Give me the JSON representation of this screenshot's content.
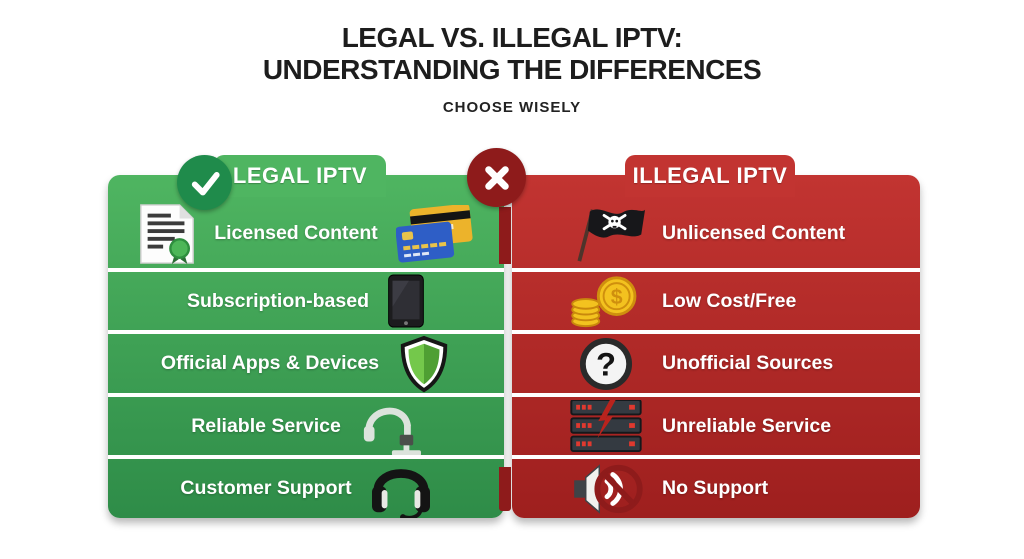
{
  "title": {
    "line1": "LEGAL VS. ILLEGAL IPTV:",
    "line2": "UNDERSTANDING THE DIFFERENCES",
    "subtitle": "CHOOSE WISELY"
  },
  "colors": {
    "legal_panel_top": "#4fb561",
    "legal_panel_bottom": "#2e8c48",
    "legal_badge": "#1f8b4b",
    "illegal_panel_top": "#c23431",
    "illegal_panel_bottom": "#9e1f1e",
    "illegal_badge": "#8e1b1b",
    "divider_bar": "#8e1b1b",
    "row_text": "#ffffff",
    "title_text": "#1d1d1d",
    "background": "#ffffff"
  },
  "legal": {
    "header": {
      "label": "LEGAL IPTV",
      "icon": "check-icon"
    },
    "rows": [
      {
        "label": "Licensed Content",
        "icon_left": "certificate-document-icon",
        "icon_right": "credit-cards-icon"
      },
      {
        "label": "Subscription-based",
        "icon_right": "smartphone-icon"
      },
      {
        "label": "Official Apps & Devices",
        "icon_right": "shield-icon"
      },
      {
        "label": "Reliable Service",
        "icon_right": "headset-stand-icon"
      },
      {
        "label": "Customer Support",
        "icon_right": "headphones-icon"
      }
    ]
  },
  "illegal": {
    "header": {
      "label": "ILLEGAL IPTV",
      "icon": "cross-icon"
    },
    "rows": [
      {
        "label": "Unlicensed Content",
        "icon_left": "pirate-flag-icon"
      },
      {
        "label": "Low Cost/Free",
        "icon_left": "money-coins-icon"
      },
      {
        "label": "Unofficial Sources",
        "icon_left": "question-mark-icon"
      },
      {
        "label": "Unreliable Service",
        "icon_left": "broken-server-icon"
      },
      {
        "label": "No Support",
        "icon_left": "muted-speaker-icon"
      }
    ]
  }
}
